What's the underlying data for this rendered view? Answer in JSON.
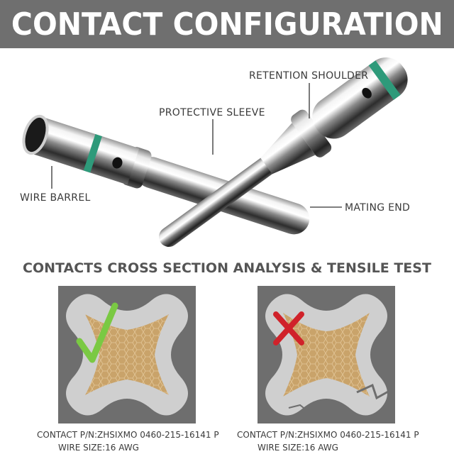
{
  "banner": {
    "title": "CONTACT CONFIGURATION"
  },
  "callouts": {
    "retention_shoulder": "RETENTION SHOULDER",
    "protective_sleeve": "PROTECTIVE SLEEVE",
    "wire_barrel": "WIRE BARREL",
    "mating_end": "MATING END"
  },
  "analysis": {
    "title": "CONTACTS CROSS SECTION ANALYSIS & TENSILE TEST",
    "panels": [
      {
        "status": "pass",
        "part_number": "CONTACT P/N:ZHSIXMO 0460-215-16141 P",
        "wire_size": "WIRE SIZE:16 AWG"
      },
      {
        "status": "fail",
        "part_number": "CONTACT P/N:ZHSIXMO 0460-215-16141 P",
        "wire_size": "WIRE SIZE:16 AWG"
      }
    ]
  },
  "colors": {
    "banner": "#6f6f6f",
    "band": "#2e9a7a",
    "core": "#c9a36a",
    "pass": "#7ac943",
    "fail": "#d0222a"
  }
}
